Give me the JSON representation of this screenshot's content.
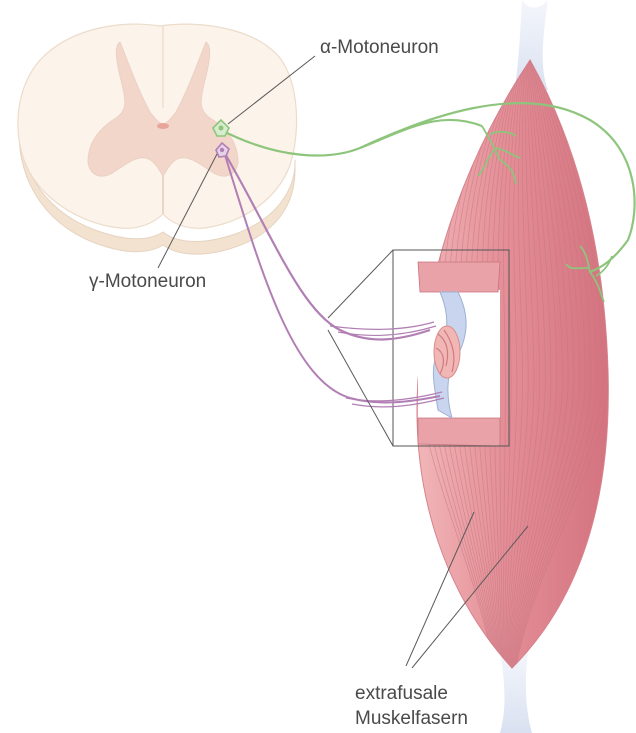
{
  "labels": {
    "alpha_motoneuron": "α-Motoneuron",
    "gamma_motoneuron": "γ-Motoneuron",
    "extrafusal_line1": "extrafusale",
    "extrafusal_line2": "Muskelfasern"
  },
  "colors": {
    "spinal_cord_fill": "#fbf1e6",
    "gray_matter_fill": "#f4d8cc",
    "muscle_fill": "#e9a0a6",
    "muscle_stripe": "#c97580",
    "tendon": "#dfe6f3",
    "alpha_fiber": "#8dc47a",
    "gamma_fiber": "#b07bb2",
    "leader_line": "#555555",
    "spindle_capsule": "#b8c7e3"
  }
}
